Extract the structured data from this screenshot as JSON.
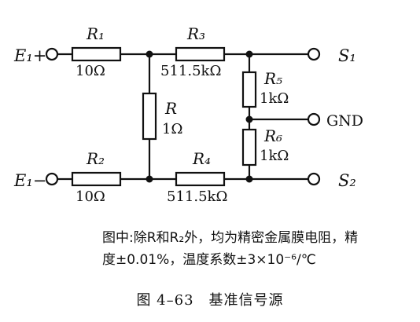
{
  "terminals": {
    "e1_plus": "E₁+",
    "e1_minus": "E₁−",
    "s1": "S₁",
    "s2": "S₂",
    "gnd": "GND"
  },
  "resistors": {
    "r1": {
      "name": "R₁",
      "value": "10Ω"
    },
    "r2": {
      "name": "R₂",
      "value": "10Ω"
    },
    "r3": {
      "name": "R₃",
      "value": "511.5kΩ"
    },
    "r4": {
      "name": "R₄",
      "value": "511.5kΩ"
    },
    "r5": {
      "name": "R₅",
      "value": "1kΩ"
    },
    "r6": {
      "name": "R₆",
      "value": "1kΩ"
    },
    "r": {
      "name": "R",
      "value": "1Ω"
    }
  },
  "note": {
    "line1": "图中:除R和R₂外，均为精密金属膜电阻，精",
    "line2": "度±0.01%，温度系数±3×10⁻⁶/℃"
  },
  "caption": "图 4–63　基准信号源"
}
